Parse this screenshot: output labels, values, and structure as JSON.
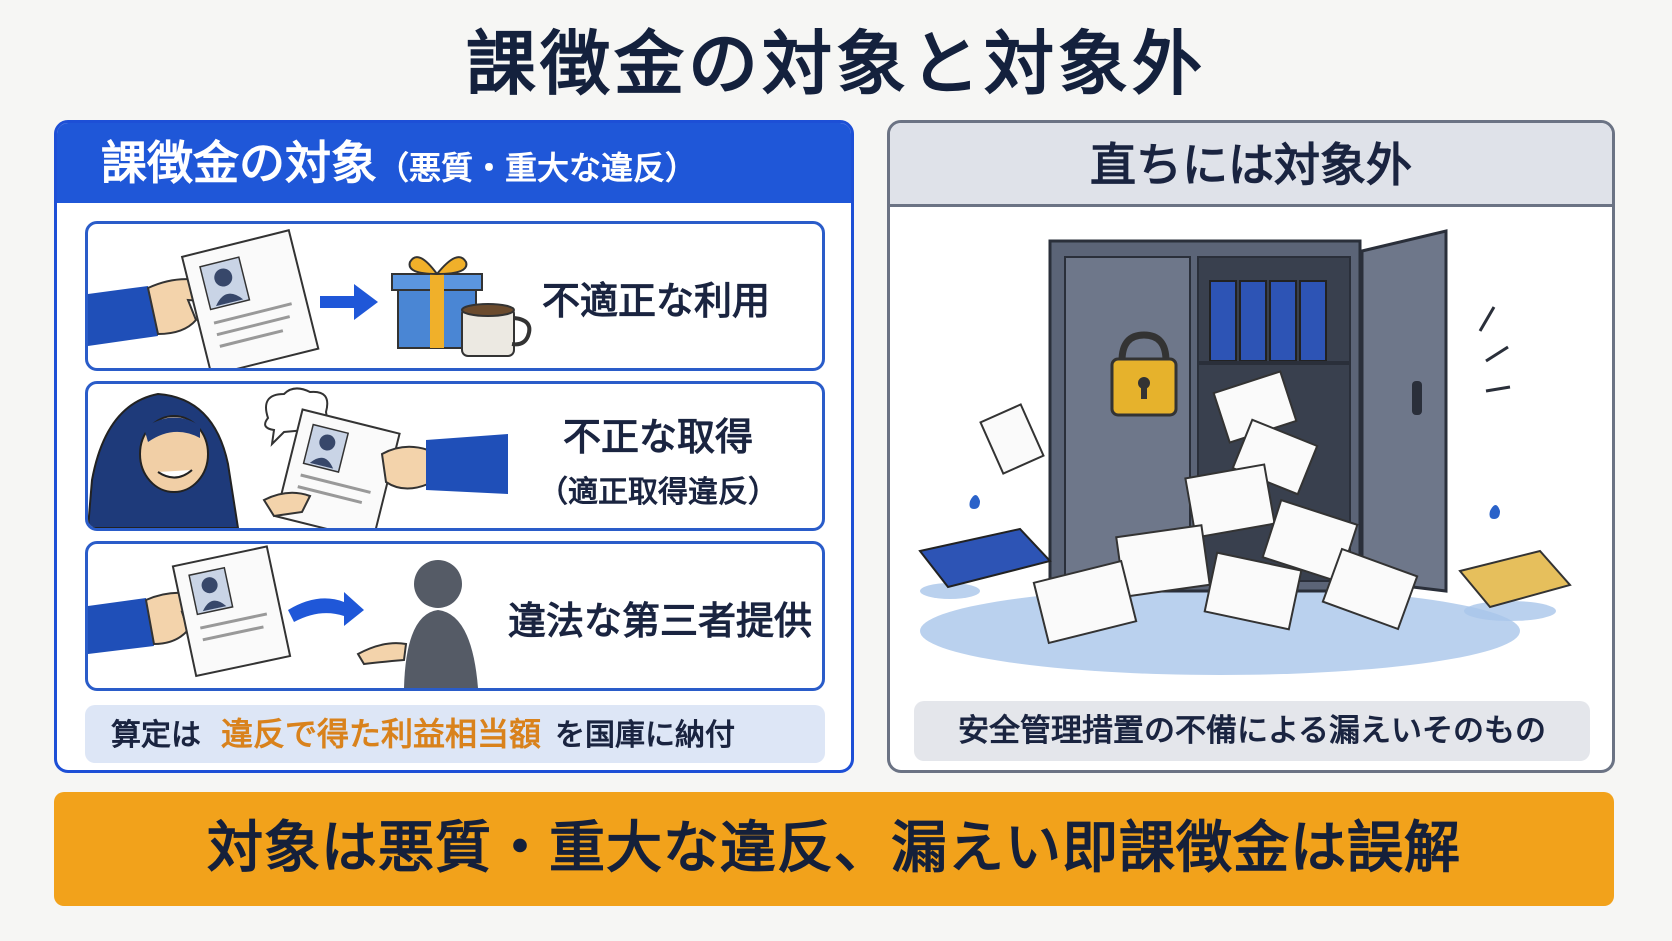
{
  "title": "課徴金の対象と対象外",
  "left_panel": {
    "header": "課徴金の対象",
    "header_sub": "（悪質・重大な違反）",
    "items": [
      {
        "label": "不適正な利用",
        "sub": ""
      },
      {
        "label": "不正な取得",
        "sub": "（適正取得違反）"
      },
      {
        "label": "違法な第三者提供",
        "sub": ""
      }
    ],
    "formula": {
      "prefix": "算定は",
      "highlight": "違反で得た利益相当額",
      "suffix": "を国庫に納付"
    }
  },
  "right_panel": {
    "header": "直ちには対象外",
    "caption": "安全管理措置の不備による漏えいそのもの"
  },
  "banner": "対象は悪質・重大な違反、漏えい即課徴金は誤解",
  "colors": {
    "primary_blue": "#1f57d8",
    "accent_orange": "#f2a21b",
    "highlight_orange": "#d9821c",
    "gray_border": "#6b7384"
  }
}
